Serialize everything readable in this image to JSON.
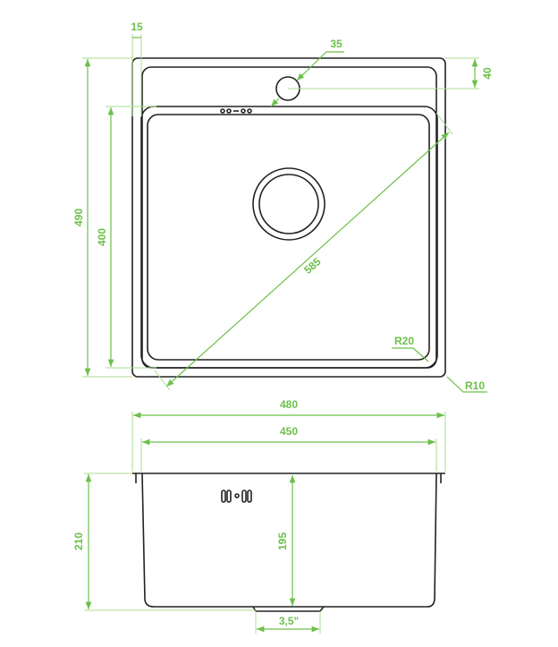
{
  "title": "Sink dimension drawing",
  "colors": {
    "dimension": "#6cc04a",
    "outline": "#222222"
  },
  "top_view": {
    "width_flange_label": "15",
    "faucet_hole_label": "35",
    "faucet_offset_label": "40",
    "overall_length_label": "490",
    "bowl_length_label": "400",
    "diagonal_label": "585",
    "inner_radius_label": "R20",
    "outer_radius_label": "R10"
  },
  "side_view": {
    "overall_width_label": "480",
    "bowl_width_label": "450",
    "overall_depth_label": "210",
    "bowl_depth_label": "195",
    "drain_size_label": "3,5\""
  }
}
